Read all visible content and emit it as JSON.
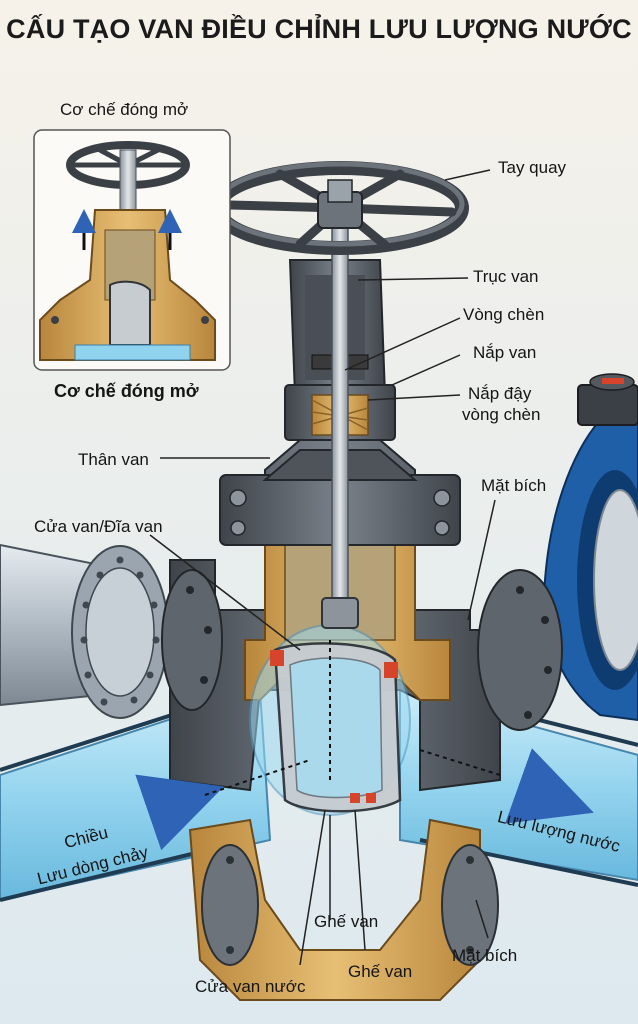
{
  "title": "CẤU TẠO VAN ĐIỀU CHỈNH LƯU LƯỢNG NƯỚC",
  "inset": {
    "title": "Cơ chế đóng mở",
    "caption": "Cơ chế đóng mở"
  },
  "labels": {
    "handwheel": "Tay quay",
    "stem": "Trục van",
    "packing": "Vòng chèn",
    "bonnet": "Nắp van",
    "gland_1": "Nắp đậy",
    "gland_2": "vòng chèn",
    "body": "Thân van",
    "flange_top": "Mặt bích",
    "disc": "Cửa van/Đĩa van",
    "flow_dir_1": "Chiều",
    "flow_dir_2": "Lưu dòng chảy",
    "outflow": "Lưu lượng nước",
    "seat_1": "Ghế van",
    "seat_2": "Ghế van",
    "water_gate": "Cửa van nước",
    "flange_bottom": "Mặt bích"
  },
  "colors": {
    "water": "#8fd3ef",
    "brass": "#d8a85a",
    "iron": "#5b6168",
    "blue_valve": "#1f5fa8",
    "pipe": "#b9c2ca"
  }
}
